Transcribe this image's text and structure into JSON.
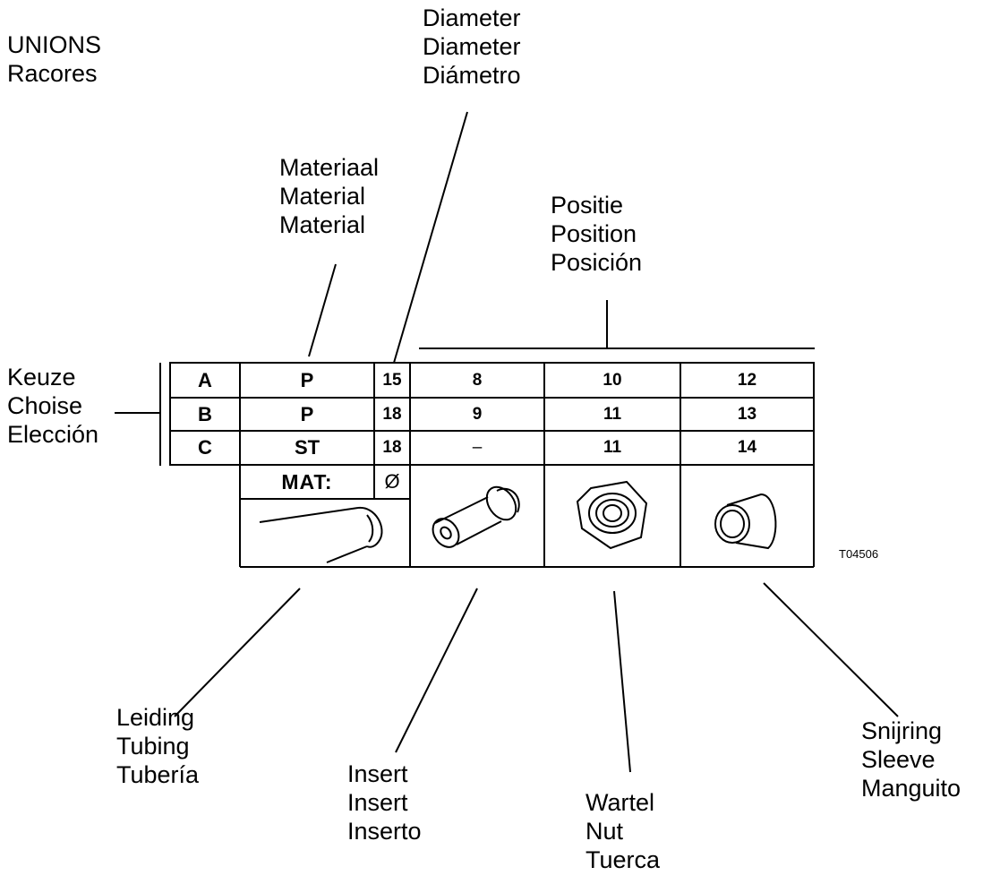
{
  "title": [
    "UNIONS",
    "Racores"
  ],
  "labels": {
    "diameter": [
      "Diameter",
      "Diameter",
      "Diámetro"
    ],
    "material": [
      "Materiaal",
      "Material",
      "Material"
    ],
    "position": [
      "Positie",
      "Position",
      "Posición"
    ],
    "choice": [
      "Keuze",
      "Choise",
      "Elección"
    ],
    "tubing": [
      "Leiding",
      "Tubing",
      "Tubería"
    ],
    "insert": [
      "Insert",
      "Insert",
      "Inserto"
    ],
    "nut": [
      "Wartel",
      "Nut",
      "Tuerca"
    ],
    "sleeve": [
      "Snijring",
      "Sleeve",
      "Manguito"
    ]
  },
  "table": {
    "rows": [
      {
        "choice": "A",
        "material": "P",
        "diameter": "15",
        "insert": "8",
        "nut": "10",
        "sleeve": "12"
      },
      {
        "choice": "B",
        "material": "P",
        "diameter": "18",
        "insert": "9",
        "nut": "11",
        "sleeve": "13"
      },
      {
        "choice": "C",
        "material": "ST",
        "diameter": "18",
        "insert": "–",
        "nut": "11",
        "sleeve": "14"
      }
    ],
    "mat_label": "MAT:",
    "diameter_symbol": "Ø"
  },
  "figure_code": "T04506"
}
